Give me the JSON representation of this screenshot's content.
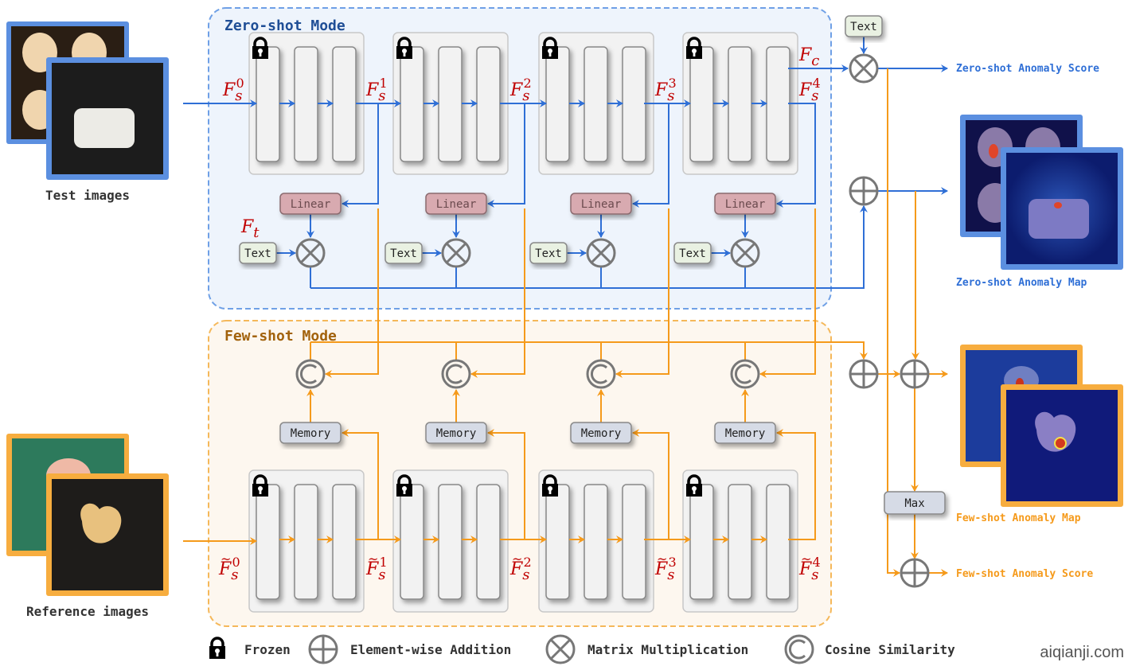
{
  "zero_shot": {
    "title": "Zero-shot Mode",
    "input_label": "Test images",
    "stage_inputs": [
      "F_s^0",
      "F_s^1",
      "F_s^2",
      "F_s^3"
    ],
    "stage_outputs": [
      "F_s^1",
      "F_s^2",
      "F_s^3",
      "F_s^4"
    ],
    "class_token": "F_c",
    "text_feature": "F_t",
    "linear_label": "Linear",
    "text_label": "Text",
    "score_label": "Zero-shot Anomaly Score",
    "map_label": "Zero-shot Anomaly Map",
    "color": "#2f6fd6"
  },
  "few_shot": {
    "title": "Few-shot Mode",
    "input_label": "Reference images",
    "memory_label": "Memory",
    "max_label": "Max",
    "map_label": "Few-shot Anomaly Map",
    "score_label": "Few-shot Anomaly Score",
    "color": "#f59a1b"
  },
  "legend": {
    "frozen": "Frozen",
    "addition": "Element-wise Addition",
    "multiplication": "Matrix Multiplication",
    "cosine": "Cosine Similarity"
  },
  "watermark": "aiqianji.com"
}
